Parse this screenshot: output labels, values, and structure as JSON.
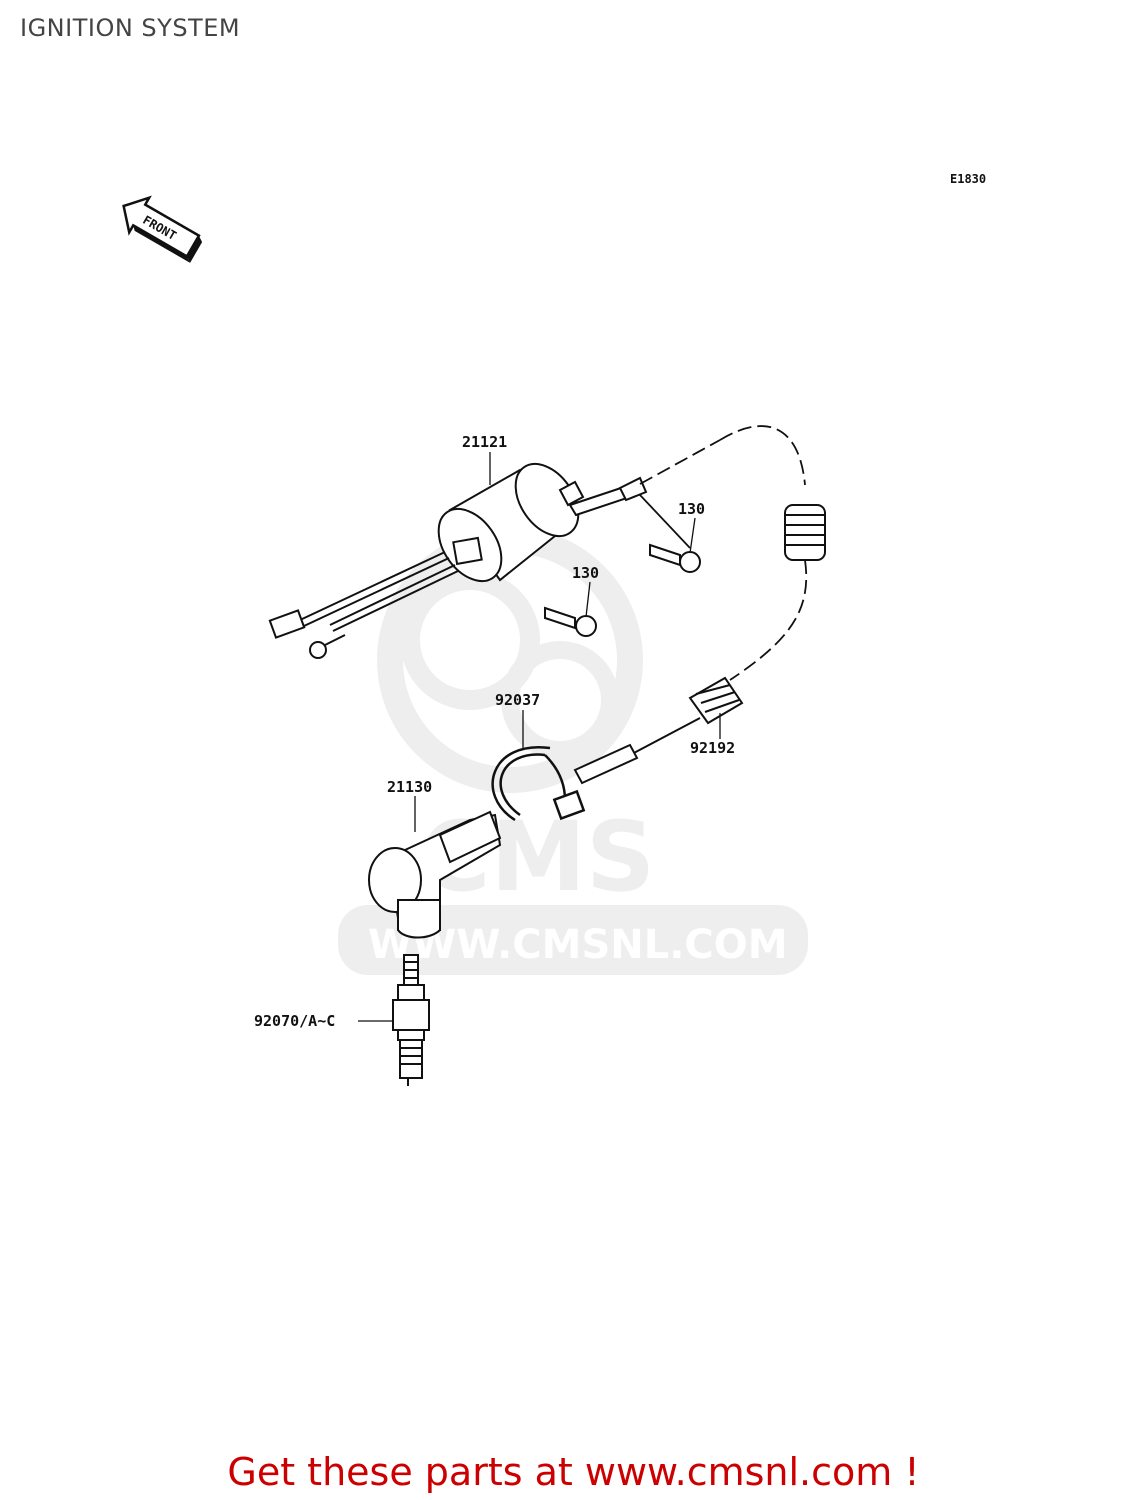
{
  "header": {
    "title": "IGNITION SYSTEM"
  },
  "diagram": {
    "code": "E1830",
    "front_marker": "FRONT",
    "parts": [
      {
        "id": "21121"
      },
      {
        "id": "130"
      },
      {
        "id": "130"
      },
      {
        "id": "92037"
      },
      {
        "id": "92192"
      },
      {
        "id": "21130"
      },
      {
        "id": "92070/A~C"
      }
    ]
  },
  "watermark": {
    "brand": "CMS",
    "url": "WWW.CMSNL.COM"
  },
  "footer": {
    "link_text": "Get these parts at www.cmsnl.com !"
  },
  "colors": {
    "footer_red": "#cc0000",
    "line": "#111111",
    "watermark": "#e6e6e6"
  }
}
